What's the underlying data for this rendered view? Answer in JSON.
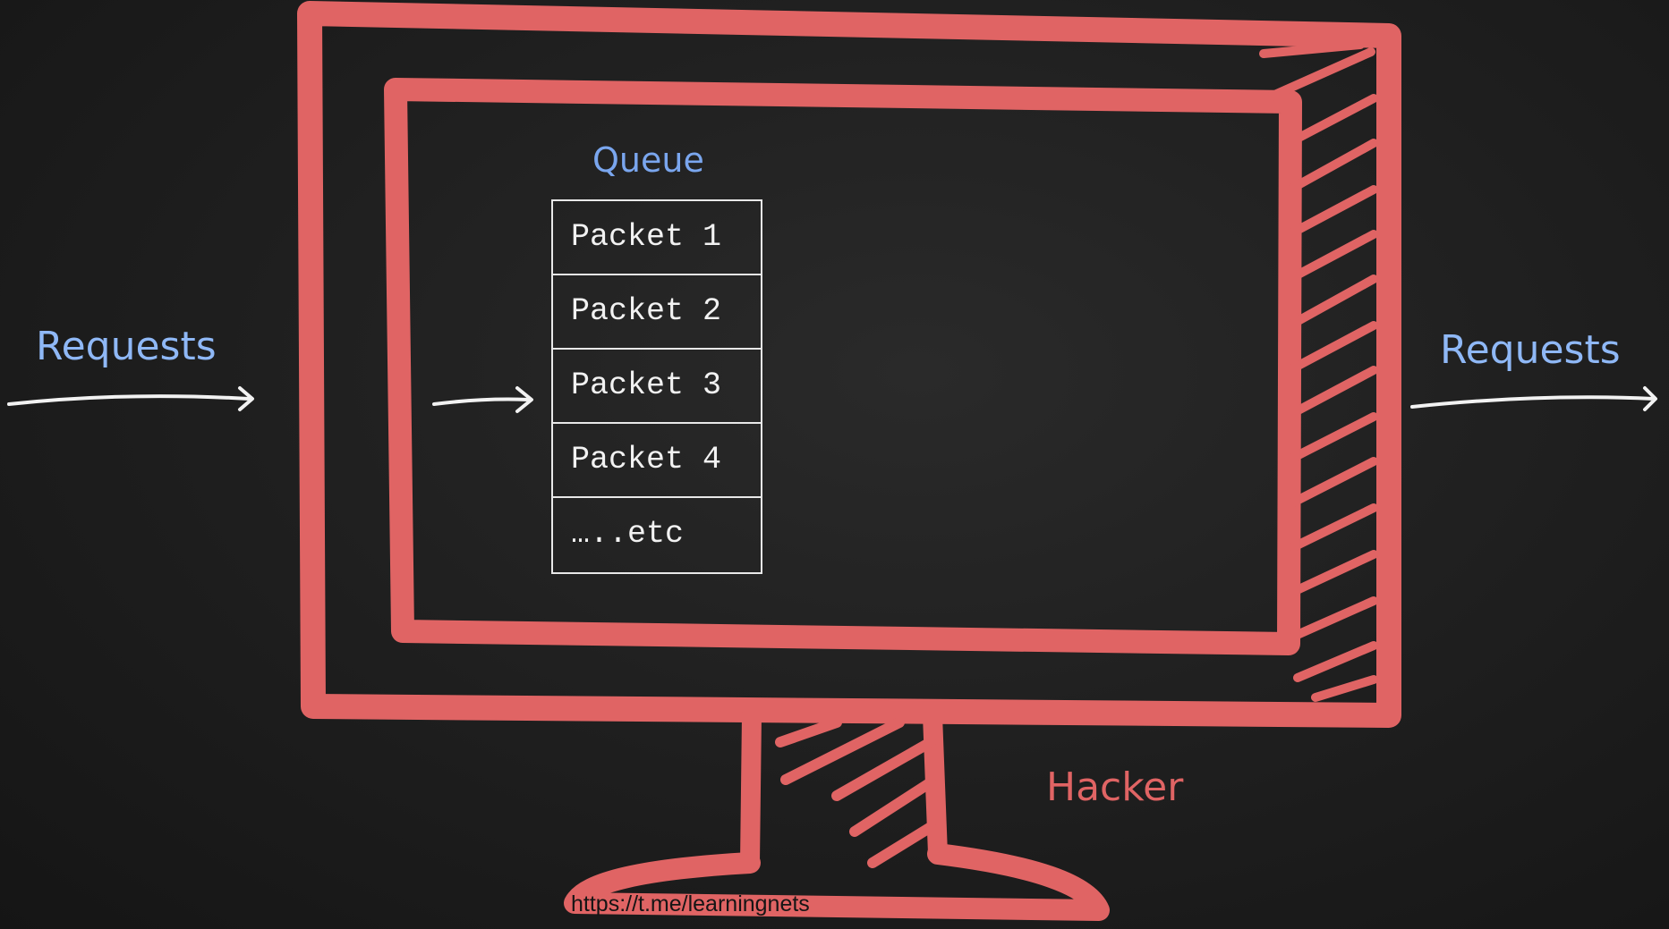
{
  "colors": {
    "background": "#1f1f1f",
    "accent_red": "#e06464",
    "label_blue": "#8fb8f6",
    "chalk_white": "#f2f2f2"
  },
  "labels": {
    "requests_in": "Requests",
    "requests_out": "Requests",
    "queue_title": "Queue",
    "hacker": "Hacker"
  },
  "queue": {
    "items": [
      "Packet 1",
      "Packet 2",
      "Packet 3",
      "Packet 4",
      "…..etc"
    ]
  },
  "footer": {
    "link_text": "https://t.me/learningnets"
  },
  "icons": {
    "monitor": "monitor-sketch-icon",
    "arrow": "chalk-arrow-icon"
  }
}
